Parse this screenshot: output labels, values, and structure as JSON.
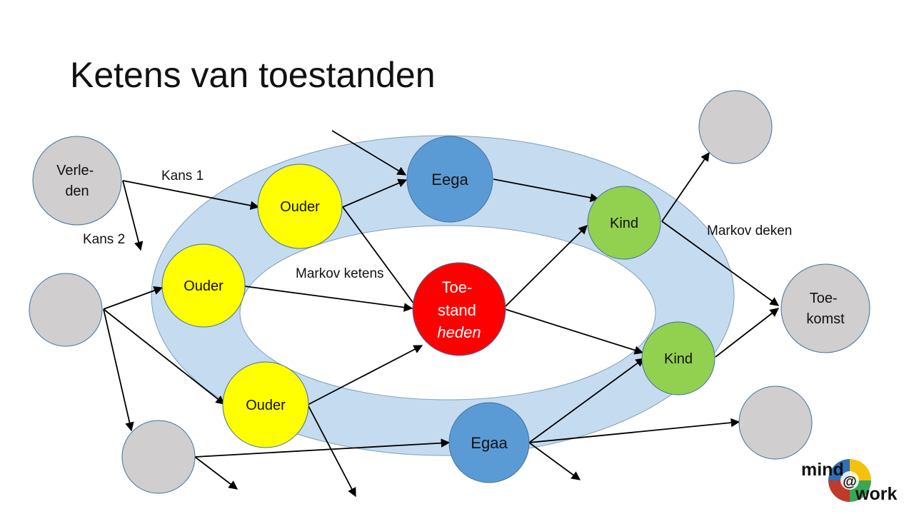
{
  "title": "Ketens van toestanden",
  "labels": {
    "kans1": "Kans 1",
    "kans2": "Kans 2",
    "markov_ketens": "Markov ketens",
    "markov_deken": "Markov deken"
  },
  "nodes": {
    "verleden": [
      "Verle-",
      "den"
    ],
    "ouder_top": "Ouder",
    "ouder_mid": "Ouder",
    "ouder_bottom": "Ouder",
    "eega": "Eega",
    "egaa": "Egaa",
    "toestand": [
      "Toe-",
      "stand",
      "heden"
    ],
    "kind_top": "Kind",
    "kind_bottom": "Kind",
    "toekomst": [
      "Toe-",
      "komst"
    ]
  },
  "logo": {
    "word1": "mind",
    "at": "@",
    "word2": "work"
  },
  "colors": {
    "blanket": "#c5dbf0",
    "ouder": "#ffff00",
    "eega": "#5b9bd5",
    "toestand": "#ff0000",
    "kind": "#92d050",
    "grey": "#d0cece",
    "node_border": "#41719c"
  }
}
